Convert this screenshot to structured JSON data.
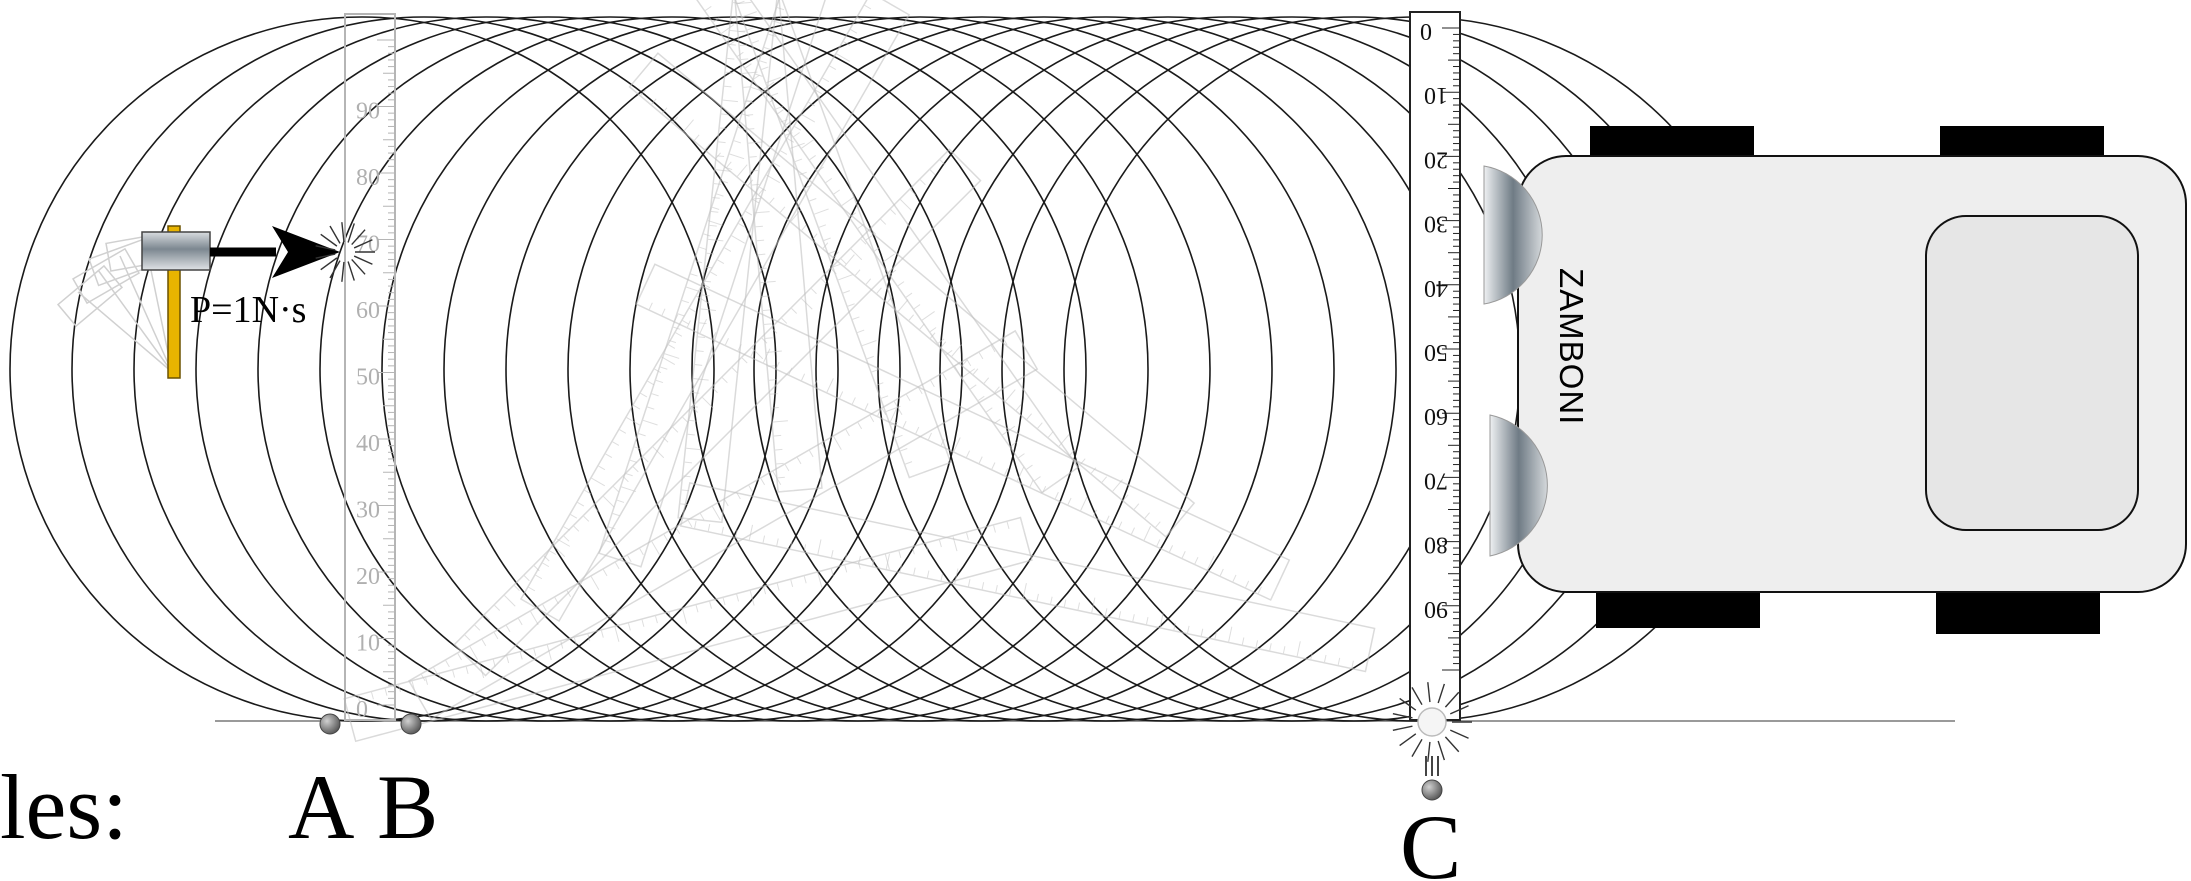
{
  "diagram": {
    "labels": {
      "left_fragment": "les:",
      "point_a": "A",
      "point_b": "B",
      "point_c": "C",
      "impulse": "P=1N·s",
      "vehicle": "ZAMBONI"
    },
    "colors": {
      "arc_stroke": "#1a1a1a",
      "ruler_stroke": "#b5b5b5",
      "ground_line": "#9a9a9a",
      "hammer_handle": "#e8b400",
      "hammer_head": "#8f9aa3",
      "tire": "#000000",
      "vehicle_body": "#eeeeee",
      "ball": "#777777"
    },
    "rulers": {
      "left_ticks": [
        "0",
        "10",
        "20",
        "30",
        "40",
        "50",
        "60",
        "70",
        "80",
        "90"
      ],
      "right_ticks": [
        "0",
        "10",
        "20",
        "30",
        "40",
        "50",
        "60",
        "70",
        "80",
        "90"
      ]
    }
  }
}
